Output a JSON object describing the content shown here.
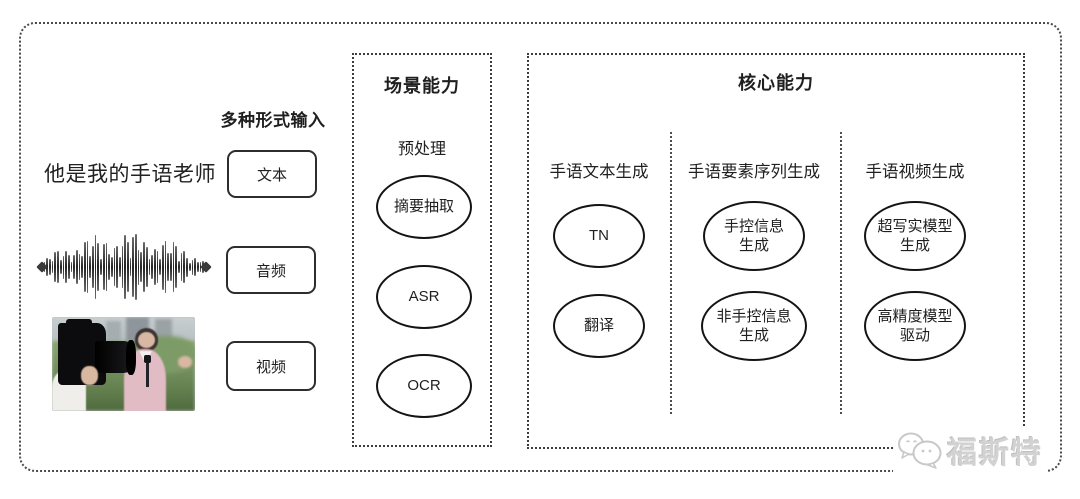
{
  "input": {
    "header": "多种形式输入",
    "text_sample": "他是我的手语老师",
    "text_label": "文本",
    "audio_label": "音频",
    "video_label": "视频"
  },
  "scene": {
    "title": "场景能力",
    "subtitle": "预处理",
    "nodes": [
      "摘要抽取",
      "ASR",
      "OCR"
    ]
  },
  "core": {
    "title": "核心能力",
    "columns": [
      {
        "header": "手语文本生成",
        "nodes": [
          "TN",
          "翻译"
        ]
      },
      {
        "header": "手语要素序列生成",
        "nodes": [
          "手控信息\n生成",
          "非手控信息\n生成"
        ]
      },
      {
        "header": "手语视频生成",
        "nodes": [
          "超写实模型\n生成",
          "高精度模型\n驱动"
        ]
      }
    ]
  },
  "watermark": {
    "text": "福斯特"
  },
  "colors": {
    "ink": "#1f1f1f",
    "node_border": "#141414",
    "dotted_border": "#4b4b4b",
    "watermark_gray": "#d2d2d2"
  }
}
